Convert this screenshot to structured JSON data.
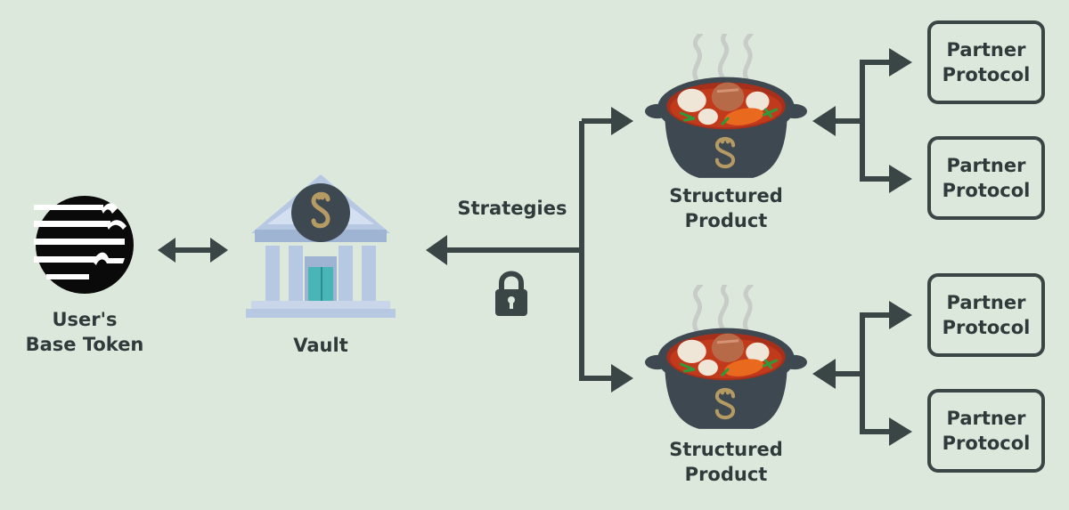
{
  "colors": {
    "background": "#dde8dd",
    "stroke": "#3a4645",
    "text": "#2f3b3b",
    "gold": "#b59a64",
    "vault_blue": "#b7c8e2",
    "glass": "#49b5b6",
    "pot": "#3d4850",
    "stew": "#c23a1c",
    "carrot": "#e96a1f"
  },
  "nodes": {
    "base_token": {
      "label_line1": "User's",
      "label_line2": "Base Token",
      "icon": "base-token-icon"
    },
    "vault": {
      "label": "Vault",
      "icon": "vault-bank-icon"
    },
    "strategies": {
      "label": "Strategies",
      "icon": "lock-icon"
    },
    "structured_products": [
      {
        "label_line1": "Structured",
        "label_line2": "Product",
        "icon": "stew-pot-icon"
      },
      {
        "label_line1": "Structured",
        "label_line2": "Product",
        "icon": "stew-pot-icon"
      }
    ],
    "partner_protocols": [
      {
        "line1": "Partner",
        "line2": "Protocol"
      },
      {
        "line1": "Partner",
        "line2": "Protocol"
      },
      {
        "line1": "Partner",
        "line2": "Protocol"
      },
      {
        "line1": "Partner",
        "line2": "Protocol"
      }
    ]
  },
  "edges": [
    {
      "from": "base_token",
      "to": "vault",
      "direction": "bidirectional"
    },
    {
      "from": "strategies",
      "to": "vault",
      "direction": "forward"
    },
    {
      "from": "strategies",
      "to": "structured_products.0",
      "direction": "forward"
    },
    {
      "from": "strategies",
      "to": "structured_products.1",
      "direction": "forward"
    },
    {
      "from": "partner_protocols.0",
      "to": "structured_products.0",
      "direction": "bidirectional"
    },
    {
      "from": "partner_protocols.1",
      "to": "structured_products.0",
      "direction": "bidirectional"
    },
    {
      "from": "partner_protocols.2",
      "to": "structured_products.1",
      "direction": "bidirectional"
    },
    {
      "from": "partner_protocols.3",
      "to": "structured_products.1",
      "direction": "bidirectional"
    }
  ]
}
